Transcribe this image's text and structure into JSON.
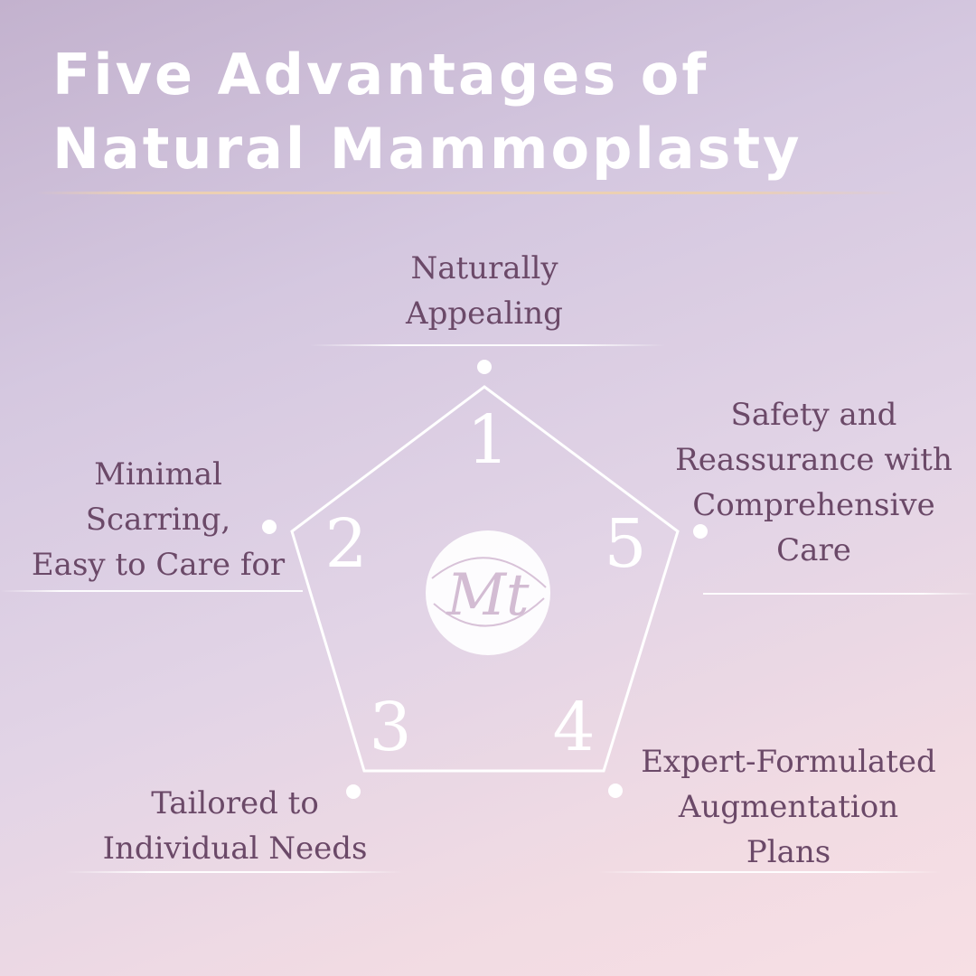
{
  "title": "Five Advantages of Natural Mammoplasty",
  "logo_text": "Mt",
  "colors": {
    "label": "#6b4968",
    "accent_rule": "#ecd0b3",
    "outline": "#ffffff"
  },
  "items": [
    {
      "number": "1",
      "label": "Naturally\nAppealing"
    },
    {
      "number": "2",
      "label": "Minimal\nScarring,\nEasy to Care for"
    },
    {
      "number": "3",
      "label": "Tailored to\nIndividual Needs"
    },
    {
      "number": "4",
      "label": "Expert-Formulated\nAugmentation\nPlans"
    },
    {
      "number": "5",
      "label": "Safety and\nReassurance with\nComprehensive\nCare"
    }
  ]
}
